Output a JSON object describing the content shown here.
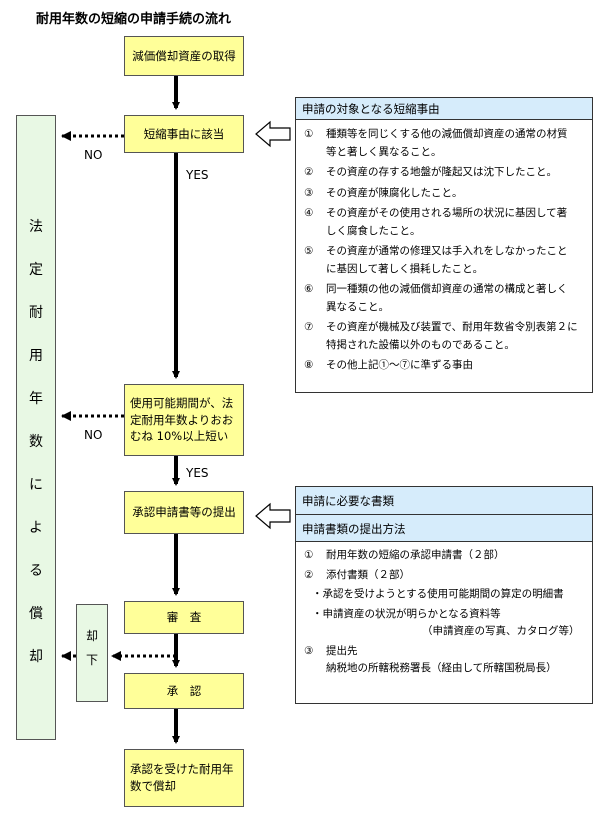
{
  "title": "耐用年数の短縮の申請手続の流れ",
  "steps": {
    "acquire": "減価償却資産の取得",
    "reason": "短縮事由に該当",
    "check_lines": [
      "使用可能期間が、法",
      "定耐用年数よりおお",
      "むね 10%以上短い"
    ],
    "submit": "承認申請書等の提出",
    "review": "審　査",
    "approve": "承　認",
    "result_lines": [
      "承認を受けた耐用年",
      "数で償却"
    ]
  },
  "labels": {
    "no1": "NO",
    "yes1": "YES",
    "no2": "NO",
    "yes2": "YES"
  },
  "left_column": {
    "chars": [
      "法",
      "定",
      "耐",
      "用",
      "年",
      "数",
      "に",
      "よ",
      "る",
      "償",
      "却"
    ]
  },
  "reject": {
    "chars": [
      "却",
      "下"
    ]
  },
  "panel_reasons": {
    "header": "申請の対象となる短縮事由",
    "items": [
      {
        "num": "①",
        "lines": [
          "種類等を同じくする他の減価償却資産の通常の材質",
          "等と著しく異なること。"
        ]
      },
      {
        "num": "②",
        "lines": [
          "その資産の存する地盤が隆起又は沈下したこと。"
        ]
      },
      {
        "num": "③",
        "lines": [
          "その資産が陳腐化したこと。"
        ]
      },
      {
        "num": "④",
        "lines": [
          "その資産がその使用される場所の状況に基因して著",
          "しく腐食したこと。"
        ]
      },
      {
        "num": "⑤",
        "lines": [
          "その資産が通常の修理又は手入れをしなかったこと",
          "に基因して著しく損耗したこと。"
        ]
      },
      {
        "num": "⑥",
        "lines": [
          "同一種類の他の減価償却資産の通常の構成と著しく",
          "異なること。"
        ]
      },
      {
        "num": "⑦",
        "lines": [
          "その資産が機械及び装置で、耐用年数省令別表第２に",
          "特掲された設備以外のものであること。"
        ]
      },
      {
        "num": "⑧",
        "lines": [
          "その他上記①～⑦に準ずる事由"
        ]
      }
    ]
  },
  "panel_docs": {
    "header1": "申請に必要な書類",
    "header2": "申請書類の提出方法",
    "item1": {
      "num": "①",
      "text": "耐用年数の短縮の承認申請書（２部）"
    },
    "item2": {
      "num": "②",
      "text": "添付書類（２部）"
    },
    "bullet1": "・承認を受けようとする使用可能期間の算定の明細書",
    "bullet2": "・申請資産の状況が明らかとなる資料等",
    "bullet2_note": "（申請資産の写真、カタログ等）",
    "item3": {
      "num": "③",
      "text": "提出先"
    },
    "item3_detail": "納税地の所轄税務署長（経由して所轄国税局長）"
  }
}
